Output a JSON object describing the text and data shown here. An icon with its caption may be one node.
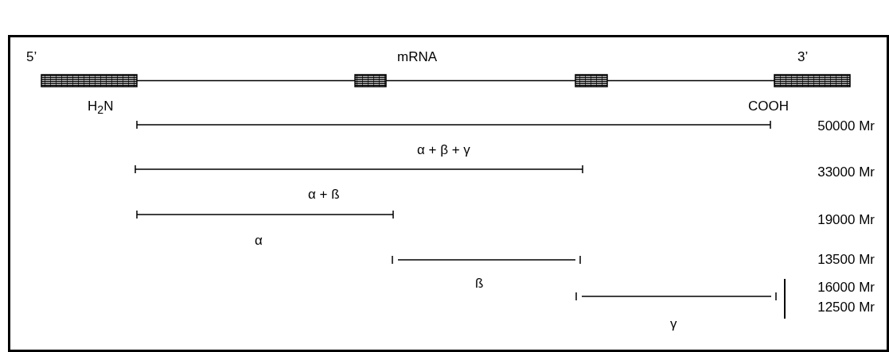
{
  "diagram": {
    "nodes": [
      {
        "text": [],
        "shape": "box"
      },
      {
        "text": [],
        "shape": "box"
      },
      {
        "text": [],
        "shape": "box"
      },
      {
        "text": [],
        "shape": "box"
      }
    ],
    "edges": [
      {
        "from": 0,
        "to": 1,
        "arrow": "none"
      },
      {
        "from": 1,
        "to": 2,
        "arrow": "none"
      },
      {
        "from": 2,
        "to": 3,
        "arrow": "none"
      }
    ],
    "labels": [
      "5’",
      "mRNA",
      "3’",
      "H$_{2}$N",
      "COOH",
      "50000 Mr",
      "α + β + γ",
      "33000 Mr",
      "α + ß",
      "19000 Mr",
      "α",
      "13500 Mr",
      "ß",
      "16000 Mr",
      "12500 Mr",
      "γ"
    ]
  }
}
